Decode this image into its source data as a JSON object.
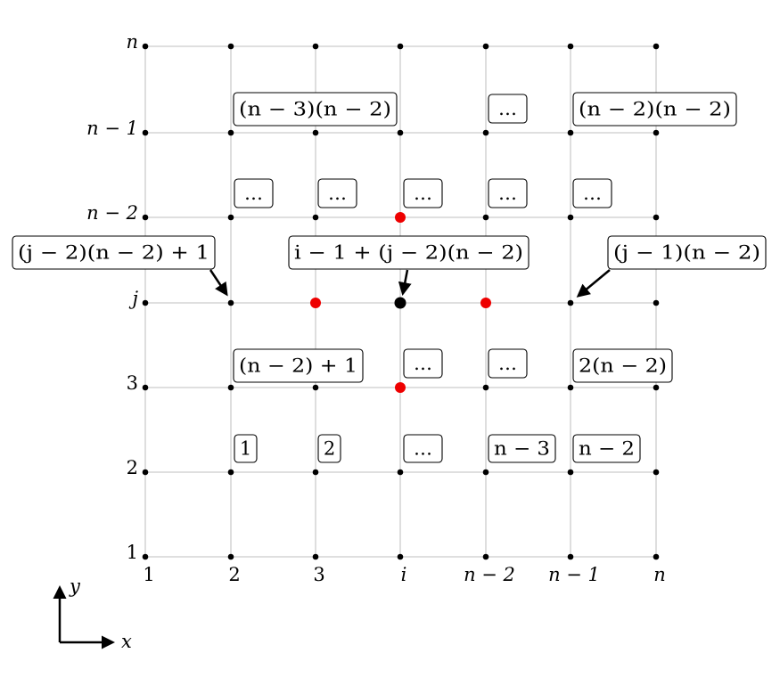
{
  "grid": {
    "x_labels": [
      "1",
      "2",
      "3",
      "i",
      "n − 2",
      "n − 1",
      "n"
    ],
    "y_labels": [
      "1",
      "2",
      "3",
      "j",
      "n − 2",
      "n − 1",
      "n"
    ]
  },
  "boxes": [
    {
      "id": "box-1",
      "text": "1"
    },
    {
      "id": "box-2",
      "text": "2"
    },
    {
      "id": "box-dots-r1c3",
      "text": "…"
    },
    {
      "id": "box-n-3",
      "text": "n − 3"
    },
    {
      "id": "box-n-2",
      "text": "n − 2"
    },
    {
      "id": "box-n-2-plus-1",
      "text": "(n − 2) + 1"
    },
    {
      "id": "box-dots-r2c3",
      "text": "…"
    },
    {
      "id": "box-dots-r2c4",
      "text": "…"
    },
    {
      "id": "box-2-n-2",
      "text": "2(n − 2)"
    },
    {
      "id": "box-dots-r4c1",
      "text": "…"
    },
    {
      "id": "box-dots-r4c2",
      "text": "…"
    },
    {
      "id": "box-dots-r4c3",
      "text": "…"
    },
    {
      "id": "box-dots-r4c4",
      "text": "…"
    },
    {
      "id": "box-dots-r4c5",
      "text": "…"
    },
    {
      "id": "box-n-3-times-n-2",
      "text": "(n − 3)(n − 2)"
    },
    {
      "id": "box-dots-r5c4",
      "text": "…"
    },
    {
      "id": "box-n-2-times-n-2",
      "text": "(n − 2)(n − 2)"
    },
    {
      "id": "callout-left",
      "text": "(j − 2)(n − 2) + 1"
    },
    {
      "id": "callout-center",
      "text": "i − 1 + (j − 2)(n − 2)"
    },
    {
      "id": "callout-right",
      "text": "(j − 1)(n − 2)"
    }
  ],
  "axes_indicator": {
    "x_label": "x",
    "y_label": "y"
  },
  "colors": {
    "grid": "#cccccc",
    "node": "#000000",
    "stencil": "#ee0000"
  }
}
